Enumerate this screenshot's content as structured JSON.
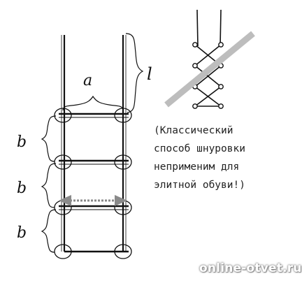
{
  "labels": {
    "a": "a",
    "l": "l",
    "b1": "b",
    "b2": "b",
    "b3": "b"
  },
  "note_lines": [
    "(Классический",
    "способ шнуровки",
    "неприменим для",
    "элитной обуви!)"
  ],
  "watermark": "online-otvet.ru",
  "colors": {
    "line": "#111111",
    "arrow": "#8a8a8a",
    "strike": "#bdbdbd"
  }
}
